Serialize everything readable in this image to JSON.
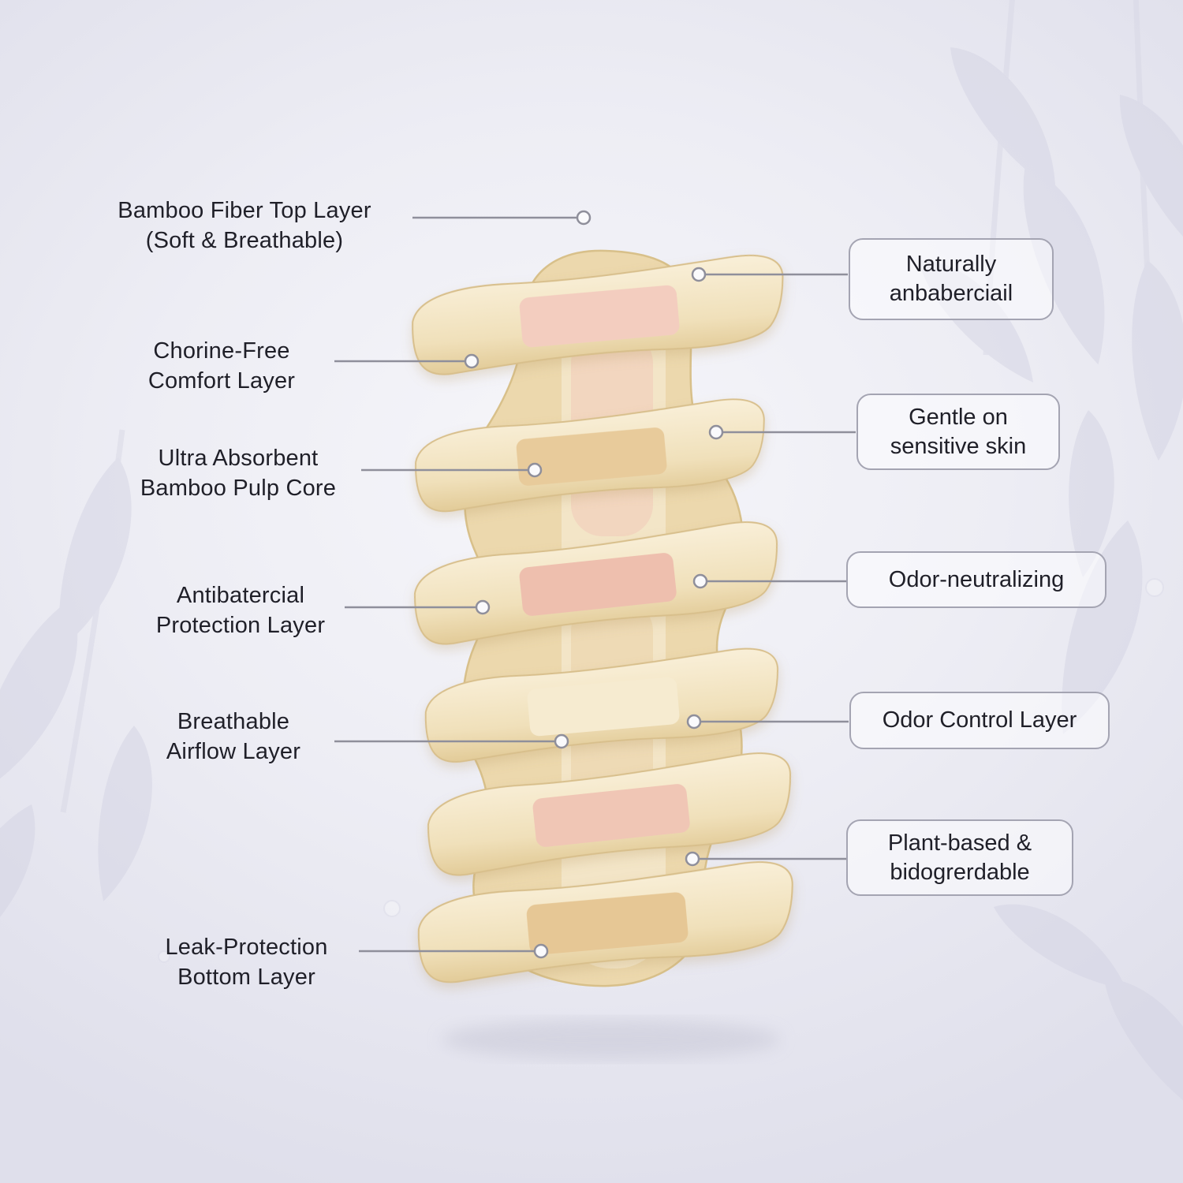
{
  "meta": {
    "title": "Bamboo sanitary pad layers infographic"
  },
  "colors": {
    "background_center": "#f6f6fa",
    "background_edge": "#dfdfeb",
    "pad_body": "#ecd8ad",
    "pad_edge": "#d8c08a",
    "sheet_top": "#f9efd8",
    "sheet_bottom": "#e2cb98",
    "core_pink": "#f2c9ba",
    "core_tan": "#e7ca9a",
    "leader_line": "#8f8f9b",
    "box_border": "#a4a4b2",
    "text": "#1f1f28",
    "leaf_decoration": "#d3d3e2"
  },
  "left_labels": [
    {
      "lines": [
        "Bamboo Fiber Top Layer",
        "(Soft & Breathable)"
      ]
    },
    {
      "lines": [
        "Chorine-Free",
        "Comfort Layer"
      ]
    },
    {
      "lines": [
        "Ultra Absorbent",
        "Bamboo Pulp Core"
      ]
    },
    {
      "lines": [
        "Antibatercial",
        "Protection Layer"
      ]
    },
    {
      "lines": [
        "Breathable",
        "Airflow Layer"
      ]
    },
    {
      "lines": [
        "Leak-Protection",
        "Bottom Layer"
      ]
    }
  ],
  "right_labels": [
    {
      "lines": [
        "Naturally",
        "anbaberciail"
      ]
    },
    {
      "lines": [
        "Gentle on",
        "sensitive skin"
      ]
    },
    {
      "lines": [
        "Odor-neutralizing"
      ]
    },
    {
      "lines": [
        "Odor Control Layer"
      ]
    },
    {
      "lines": [
        "Plant-based &",
        "bidogrerdable"
      ]
    }
  ]
}
